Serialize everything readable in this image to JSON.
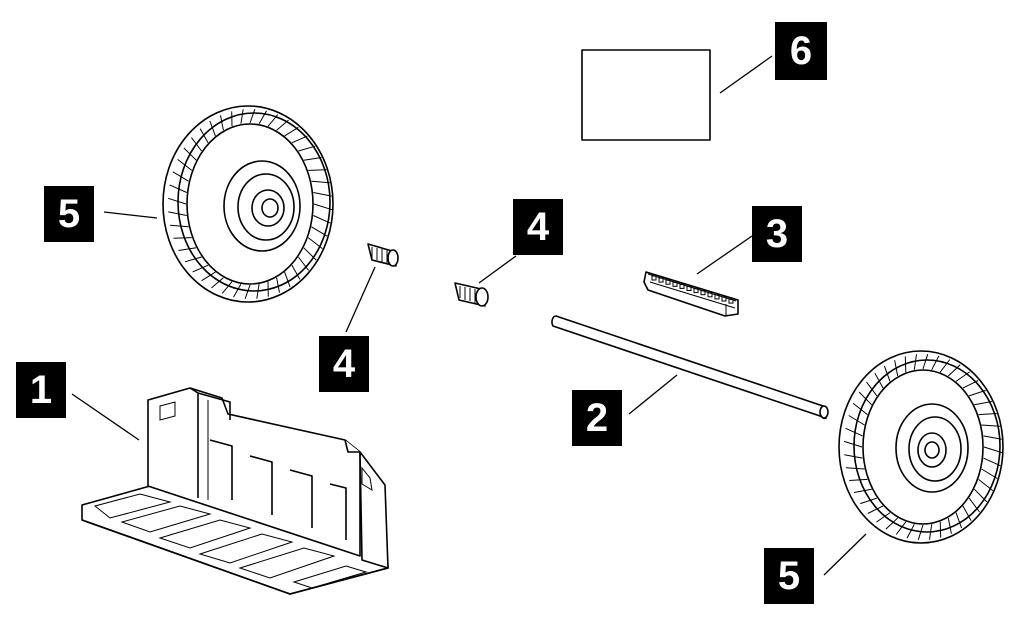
{
  "callouts": [
    {
      "id": "c1",
      "label": "1"
    },
    {
      "id": "c2",
      "label": "2"
    },
    {
      "id": "c3",
      "label": "3"
    },
    {
      "id": "c4a",
      "label": "4"
    },
    {
      "id": "c4b",
      "label": "4"
    },
    {
      "id": "c5a",
      "label": "5"
    },
    {
      "id": "c5b",
      "label": "5"
    },
    {
      "id": "c6",
      "label": "6"
    }
  ],
  "colors": {
    "ink": "#000000",
    "paper": "#ffffff"
  }
}
